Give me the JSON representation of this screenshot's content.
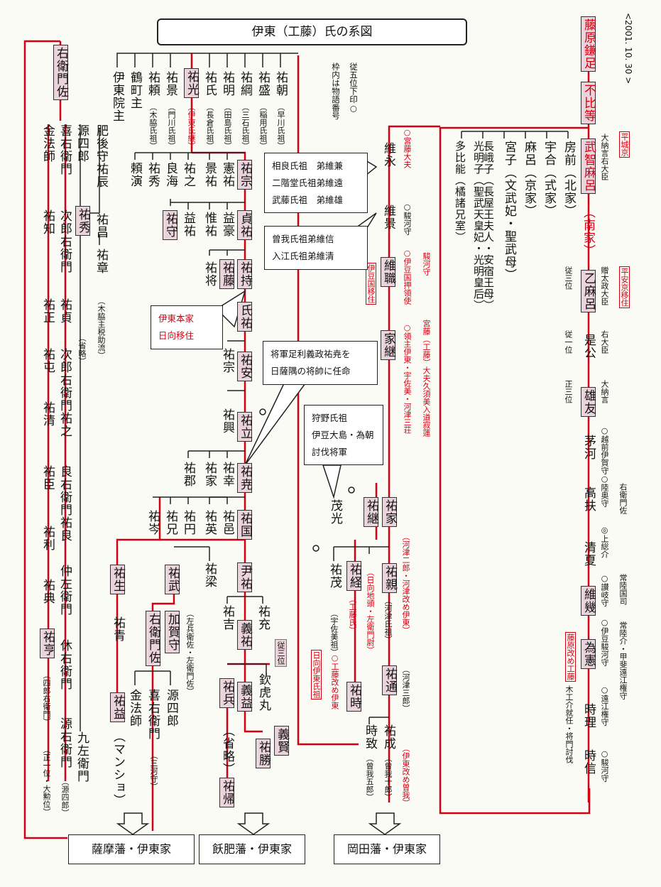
{
  "title": "伊東（工藤）氏の系図",
  "date": "<2001. 10. 30 >",
  "legend": [
    "従五位下印○",
    "枠内は物語番号"
  ],
  "labels": {
    "heijo": "平城京",
    "heian": "平安京移住",
    "fujiwara_change": "藤原改め工藤",
    "hyuga_ito": "日向伊東氏祖"
  },
  "bottom": [
    "薩摩藩・伊東家",
    "飫肥藩・伊東家",
    "岡田藩・伊東家"
  ],
  "notes": {
    "sagara": [
      "相良氏祖　弟維兼",
      "二階堂氏祖弟維遠",
      "武藤氏祖　弟維雄"
    ],
    "soga": [
      "曾我氏祖弟維信",
      "入江氏祖弟維清"
    ],
    "hyuga": [
      "伊東本家",
      "日向移住"
    ],
    "shogun": [
      "将軍足利義政祐尭を",
      "日薩隅の将帥に任命"
    ],
    "kano": [
      "狩野氏祖",
      "伊豆大島・為朝",
      "討伐将軍"
    ]
  },
  "people": {
    "kamatari": "藤原鎌足",
    "fuhito": "不比等",
    "muchimaro": "武智麻呂",
    "nanke": "（南家）",
    "otomaro": "乙麻呂",
    "korekimi": "是公",
    "otomo": "雄友",
    "chiga": "茅河",
    "takamochi": "高扶",
    "kiyonatsu": "清夏",
    "korenori": "維幾",
    "tamenori": "為憲",
    "tokimasa": "時理",
    "tokinobu": "時信",
    "fusasaki": "房前（北家）",
    "umakai": "宇合（式家）",
    "maro": "麻呂（京家）",
    "miyako": "宮子（文武妃・聖武母）",
    "nagako": "長峨子（長屋王夫人・安宿王母）",
    "komyoshi": "光明子（聖武天皇妃・光明皇后）",
    "tahino": "多比能（橘諸兄室）",
    "korenaga": "維永",
    "korekage": "維景",
    "koremoto": "維職",
    "ietsugu": "家継",
    "suketsugu": "祐継",
    "suketsune_ie": "祐家",
    "shigemitsu": "茂光",
    "suketsune": "祐経",
    "sukechika": "祐親",
    "sukeshige": "祐茂",
    "suketoki": "祐時",
    "sukemichi": "祐通",
    "tokimune": "時致",
    "sukenari": "祐成",
    "suketomo": "祐朝",
    "sukemori": "祐盛",
    "suketsuna": "祐綱",
    "sukeaki": "祐明",
    "sukeuji": "祐氏",
    "sukemitsu": "祐光",
    "suketaka": "祐景",
    "sukeyori": "祐頼",
    "tsurumachi": "鶴町主",
    "itoin": "伊東院主",
    "sukemune": "祐宗",
    "sukeyoshi": "憲祐",
    "kagesuke": "景祐",
    "sukeyuki": "祐之",
    "ryokai": "良海",
    "sukehide": "祐秀",
    "raien": "頼演",
    "sadasuke": "貞祐",
    "ekigo": "益豪",
    "isuke": "惟祐",
    "masuke": "益祐",
    "sukemori2": "祐守",
    "sukemochi": "祐持",
    "sukefuji": "祐藤",
    "sukemasa": "祐将",
    "ujisuke": "氏祐",
    "sukeyasu": "祐安",
    "sukemune2": "祐宗",
    "suketatsu": "祐立",
    "sukeoki": "祐興",
    "sukegyo": "祐尭",
    "sukesachi": "祐幸",
    "sukeie": "祐家",
    "sukegun": "祐郡",
    "sukekuni": "祐国",
    "sukeyu": "祐邑",
    "sukehide2": "祐英",
    "sukeen": "祐円",
    "sukekei": "祐兄",
    "sukesei": "祐岑",
    "sukemasa2": "尹祐",
    "sukeryo": "祐梁",
    "sukeyuki2": "祐充",
    "sukeyoshi2": "祐吉",
    "yoshisuke": "義祐",
    "sukehei": "祐兵",
    "yoshimasu": "義益",
    "kinkomaru": "欽虎丸",
    "yoshikata": "義賢",
    "sukekatsu": "祐勝",
    "sukekaeru": "祐帰",
    "sukebu": "祐武",
    "kagasuke": "加賀守",
    "uemon": "右衛門佐",
    "sukenari2": "祐生",
    "sukesei2": "祐青",
    "sukeeki": "祐益",
    "uemonsuke": "右衛門佐",
    "konpohshi": "金法師",
    "kiuemon": "喜右衛門",
    "genshiro": "源四郎",
    "hizennokami": "肥後守祐辰",
    "sukemasa3": "祐昌",
    "sukeaki2": "祐章",
    "suketomo2": "祐知",
    "jirouemon": "次郎右衛門",
    "sukehide3": "祐秀",
    "sukemasa4": "祐正",
    "suketei": "祐貞",
    "suketon": "祐屯",
    "jiroyuki": "次郎右衛門祐之",
    "sukekiyo": "祐清",
    "sukeomi": "祐臣",
    "ryouemon": "良右衛門祐良",
    "suketoshi": "祐利",
    "nakazaemon": "仲左衛門",
    "suketen": "祐典",
    "kyuuemon": "休右衛門",
    "suketei2": "祐亨",
    "genuemon": "源右衛門",
    "kuzaemon": "九左衛門"
  },
  "smalls": {
    "omikami": "大納言右大臣",
    "soutai": "贈太政大臣",
    "sanmi1": "従三位",
    "udaijin": "右大臣",
    "ichii": "従一位",
    "dainagon": "大納言",
    "shosanmi": "正三位",
    "echizen": "○越前伊賀守○陸奥守",
    "kazusa": "◎上総介",
    "sanuki": "○讃岐守",
    "izu": "○伊豆駿河守",
    "totomi": "○遠江権守",
    "suruga": "○駿河守",
    "uemon": "右衛門佐",
    "hitachi": "常陸国司",
    "hitachisuke": "常陸介・甲斐遠江権守",
    "mokugon": "木工介就任・将門討伐",
    "kuyaku": "○宮藤大夫",
    "suruganokami": "○駿河守",
    "izukoku": "○伊豆国押領使",
    "ryoshu": "○領主伊東・宇佐美・河津三荘",
    "surugashu": "駿河守",
    "kudo": "宮藤（工藤）大夫久須美入道寂蓮",
    "izumove": "伊豆国移住",
    "kawazu": "（河津二郎・河津改め伊東）",
    "kawazushi": "（河津氏祖）",
    "kawazu3": "（河津三郎）",
    "sobu": "（曾我十郎）",
    "sobu5": "（曾我五郎）",
    "soga": "（伊東改め曽我）",
    "hyuga": "（日向地頭・左衛門尉）",
    "kudoshi": "（工藤氏）",
    "kudoito": "○工藤改め伊東",
    "usami": "（宇佐美祖）",
    "shosanmi2": "従三位",
    "sahyoe": "（左兵衛佐・左衛門佐）",
    "mikawa": "（三河守）",
    "mansho": "（マンショ）",
    "ryaku": "（省略）",
    "ryaku2": "（省略）",
    "hizen_zei": "肥後守祐辰",
    "kimura": "（木脇主税助流）",
    "shiro": "（四郎右衛門）",
    "ichii2": "（正一位・大勲位）",
    "genshiro2": "（源四郎）",
    "hayakawa": "（早川氏祖）",
    "inamochi": "（稲用氏祖）",
    "mishima": "（三石氏祖）",
    "tajima": "（田島氏祖）",
    "nagakura": "（長倉氏祖）",
    "itoshi": "（伊東氏継）",
    "kadokawa": "（門川氏祖）",
    "kiwaki": "（木脇氏祖）"
  }
}
